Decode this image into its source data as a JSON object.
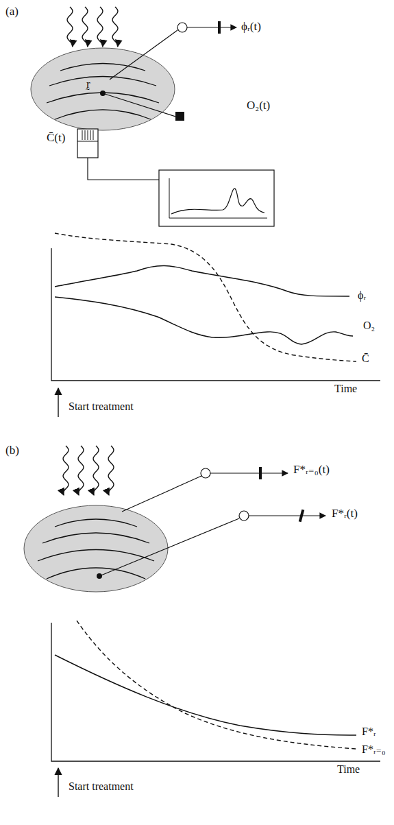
{
  "diagram": {
    "labels": [
      "(a)",
      "ϕᵣ(t)",
      "r̰",
      "O₂(t)",
      "C̄(t)",
      "ϕᵣ",
      "O₂",
      "C̄",
      "Time",
      "Start treatment",
      "(b)",
      "F*ᵣ₌₀(t)",
      "F*ᵣ(t)",
      "F*ᵣ",
      "F*ᵣ₌₀",
      "Time",
      "Start treatment"
    ]
  }
}
